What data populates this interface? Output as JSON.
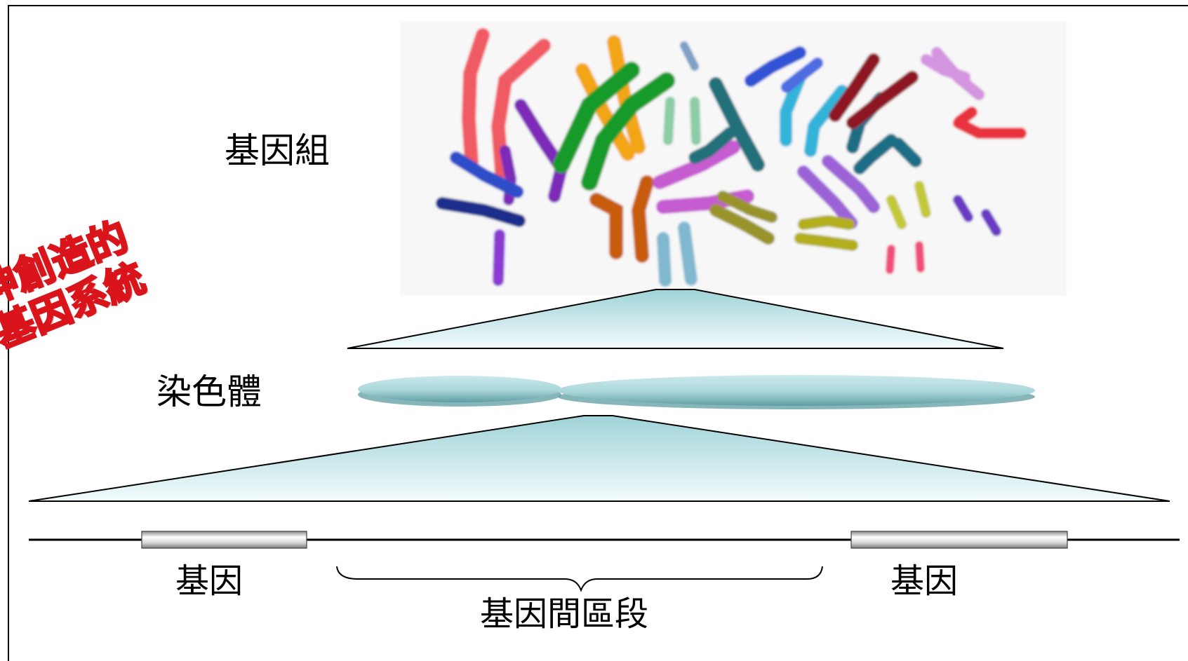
{
  "labels": {
    "genome": "基因組",
    "chromosome": "染色體",
    "gene_left": "基因",
    "gene_right": "基因",
    "intergenic": "基因間區段"
  },
  "stamp": {
    "line1": "神創造的",
    "line2": "基因系統",
    "color": "#d9141b"
  },
  "colors": {
    "frame": "#000000",
    "chromosome_fill": "#bfe3e6",
    "chromosome_shadow": "#6fa9ae",
    "gene_bar": "#c8c8c8"
  },
  "chromosome_spread": {
    "description_icon": "karyotype-chromosomes-image"
  }
}
